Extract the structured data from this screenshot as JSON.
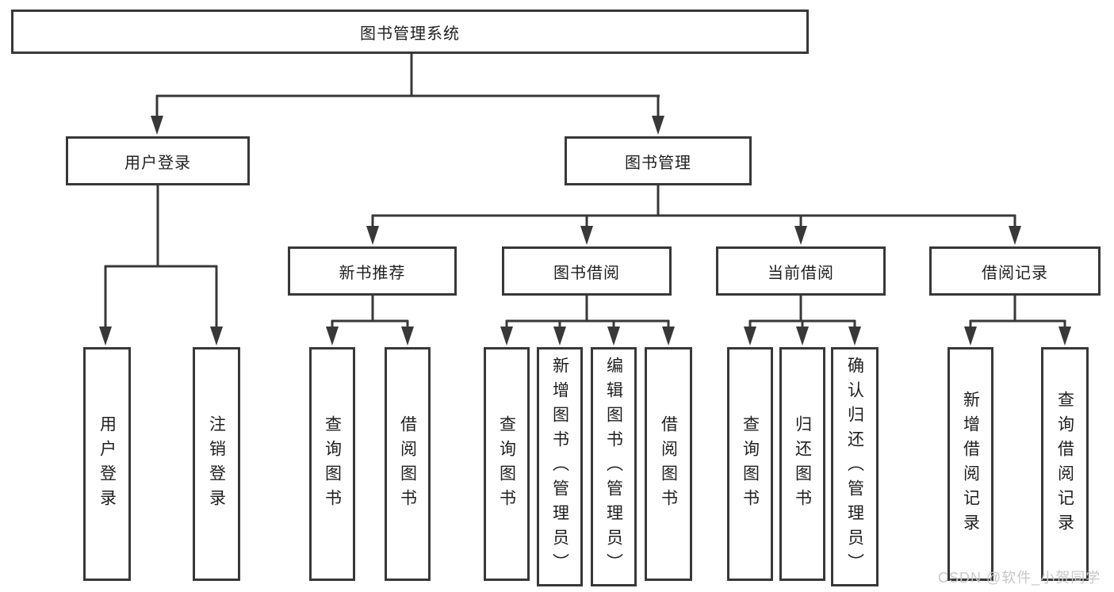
{
  "nodes": {
    "root": "图书管理系统",
    "login": "用户登录",
    "mgmt": "图书管理",
    "rec": "新书推荐",
    "borrow": "图书借阅",
    "current": "当前借阅",
    "records": "借阅记录",
    "login_user": "用户登录",
    "login_logout": "注销登录",
    "rec_query": "查询图书",
    "rec_borrow": "借阅图书",
    "borrow_query": "查询图书",
    "borrow_add": "新增图书（管理员）",
    "borrow_edit": "编辑图书（管理员）",
    "borrow_lend": "借阅图书",
    "current_query": "查询图书",
    "current_return": "归还图书",
    "current_confirm": "确认归还（管理员）",
    "records_add": "新增借阅记录",
    "records_query": "查询借阅记录"
  },
  "watermark": "CSDN @软件_小贺同学",
  "colors": {
    "line": "#383838",
    "text": "#1f1f1f",
    "watermark": "#c8c8c8",
    "background": "#ffffff"
  }
}
